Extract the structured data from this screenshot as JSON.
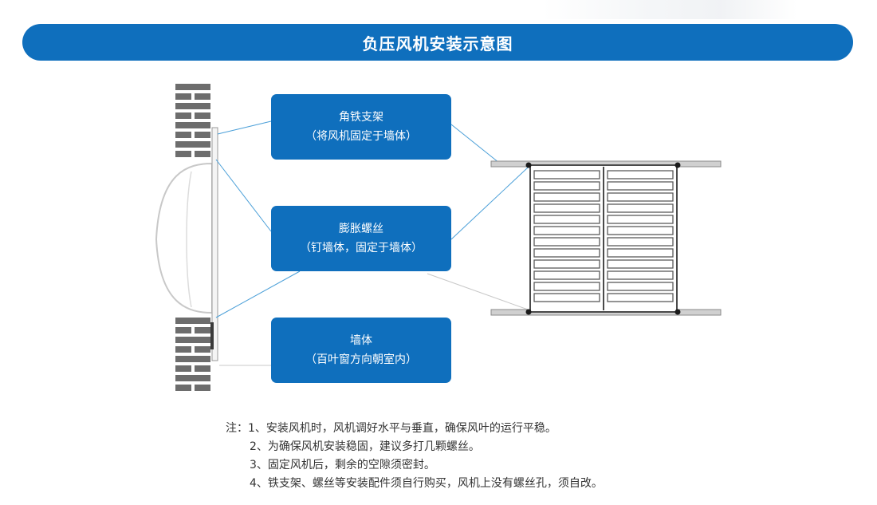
{
  "title": "负压风机安装示意图",
  "labels": [
    {
      "name": "角铁支架",
      "desc": "（将风机固定于墙体）"
    },
    {
      "name": "膨胀螺丝",
      "desc": "（钉墙体，固定于墙体）"
    },
    {
      "name": "墙体",
      "desc": "（百叶窗方向朝室内）"
    }
  ],
  "notes": {
    "prefix": "注：",
    "items": [
      "1、安装风机时，风机调好水平与垂直，确保风叶的运行平稳。",
      "2、为确保风机安装稳固，建议多打几颗螺丝。",
      "3、固定风机后，剩余的空隙须密封。",
      "4、铁支架、螺丝等安装配件须自行购买，风机上没有螺丝孔，须自改。"
    ]
  },
  "colors": {
    "accent": "#0f6fbd",
    "brick": "#6d6d6d",
    "line": "#4a9fd8"
  }
}
